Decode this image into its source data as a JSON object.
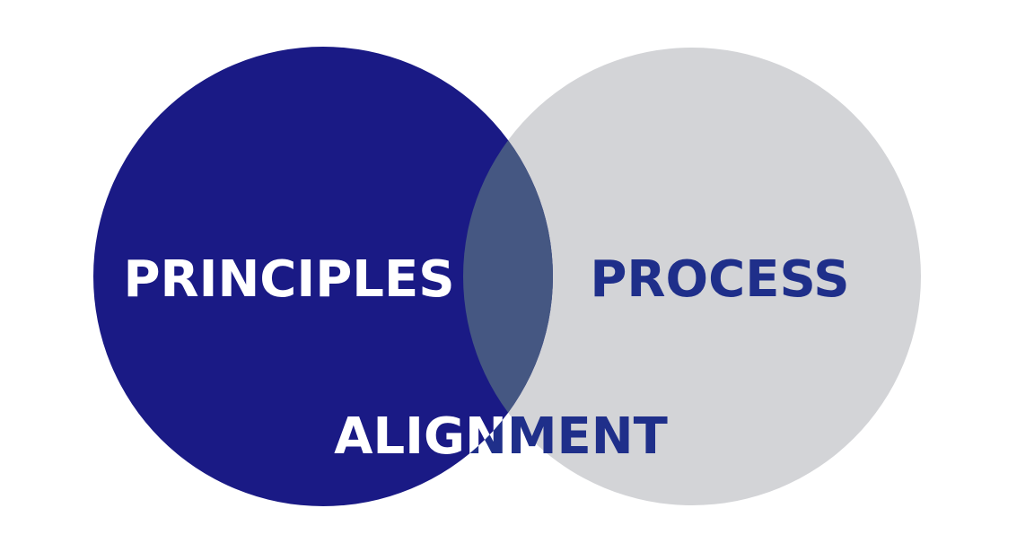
{
  "diagram": {
    "type": "venn",
    "left_label": "PRINCIPLES",
    "right_label": "PROCESS",
    "intersection_label": "ALIGNMENT",
    "colors": {
      "left_circle": "#1a1a85",
      "right_circle": "#d3d4d7",
      "overlap": "#455782",
      "dark_text": "#1f2f8a",
      "light_text": "#ffffff"
    }
  }
}
